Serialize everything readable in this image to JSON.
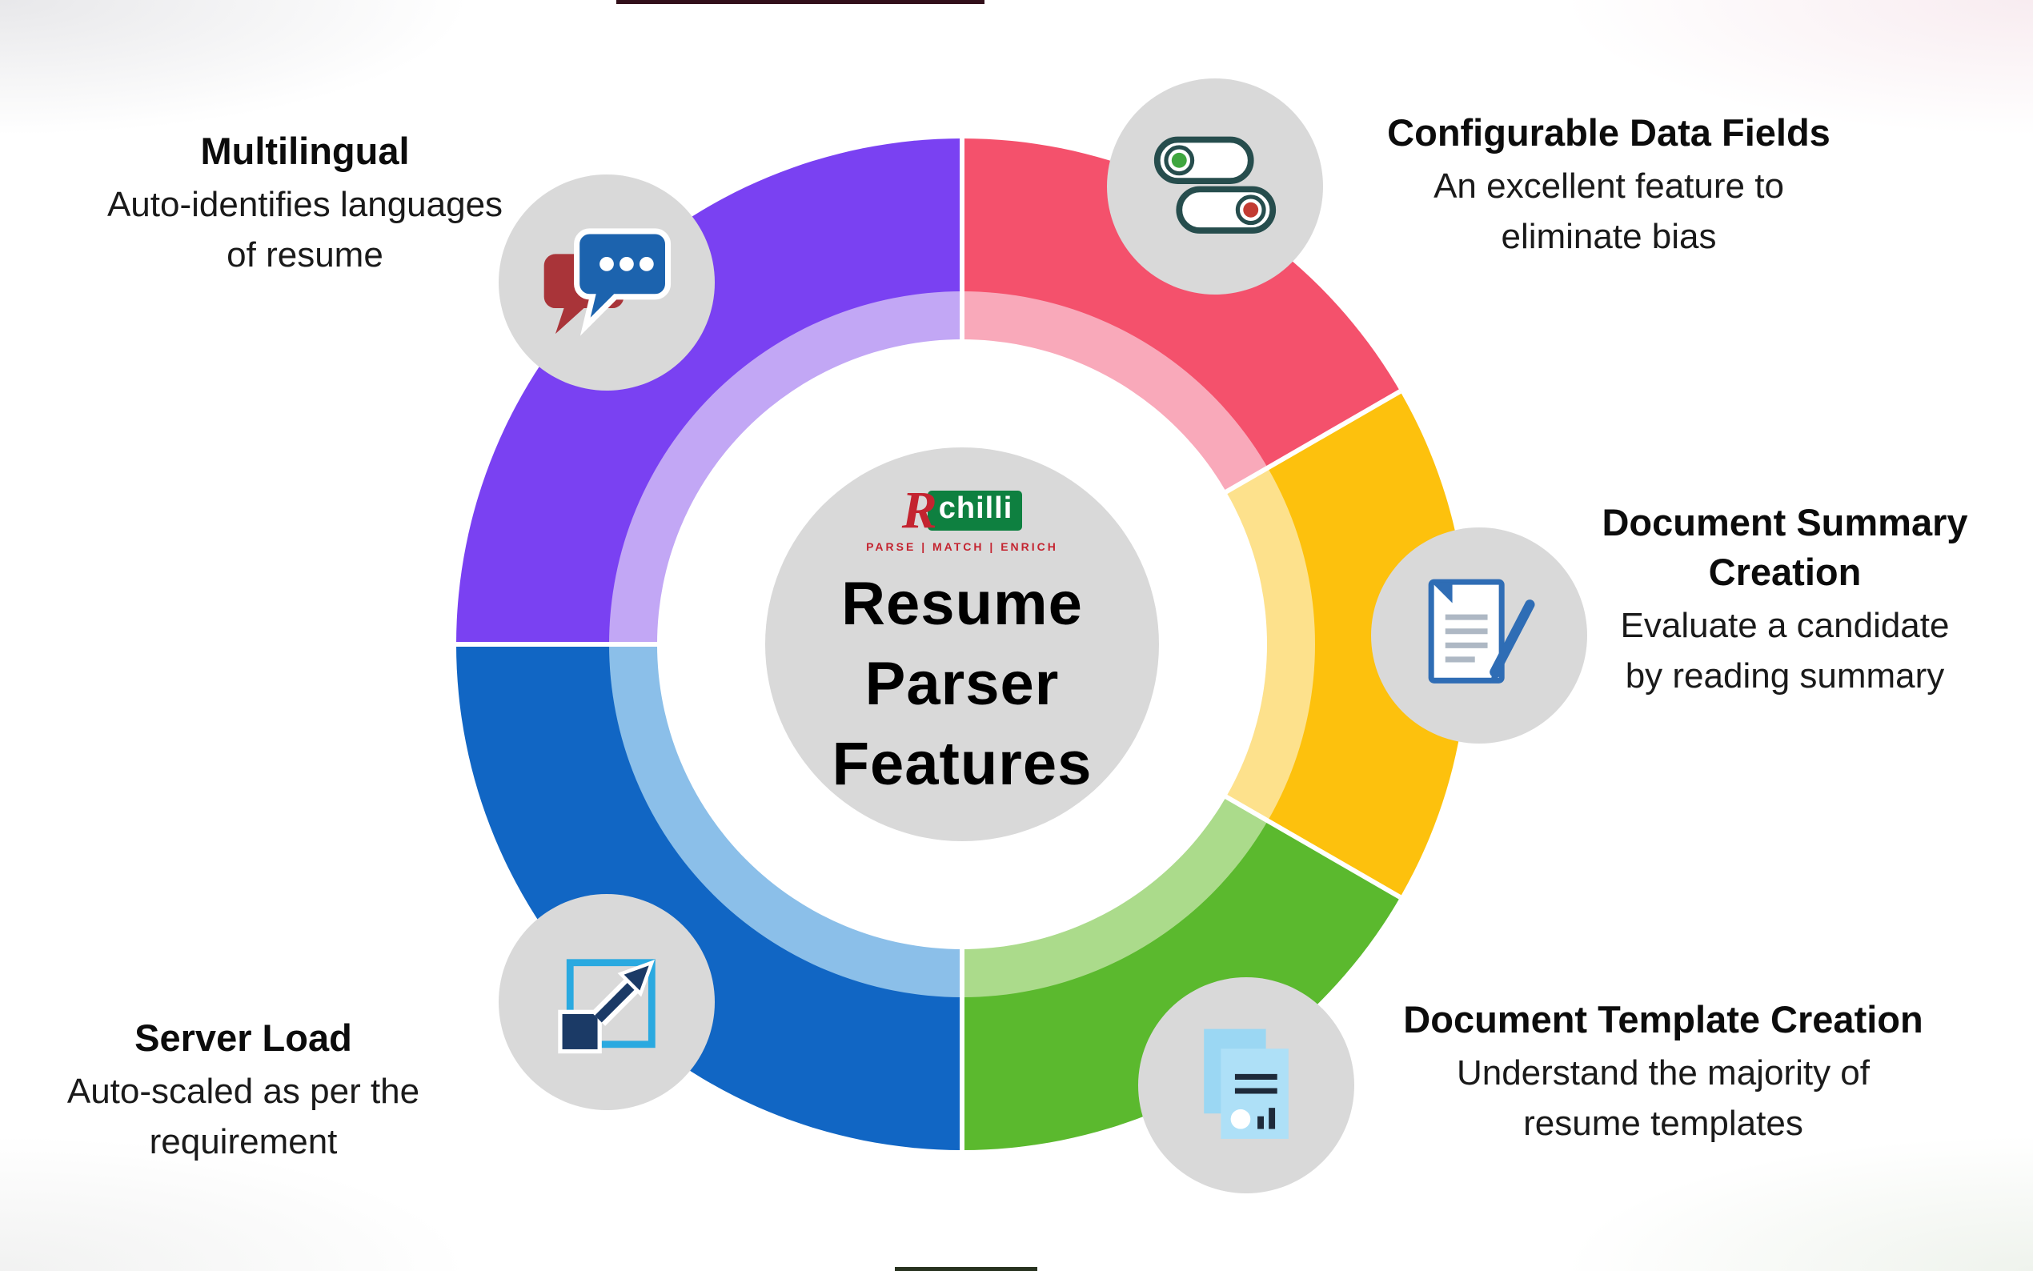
{
  "center": {
    "title_lines": [
      "Resume",
      "Parser",
      "Features"
    ],
    "logo": {
      "prefix": "R",
      "name": "chilli",
      "tagline": "PARSE | MATCH | ENRICH",
      "prefix_color": "#C42430",
      "box_color": "#0E8040"
    },
    "hub_color": "#D9D9D9"
  },
  "donut": {
    "divider_color": "#ffffff",
    "segments": [
      {
        "label": "configurable-data-fields",
        "start": 0,
        "end": 60,
        "color": "#F4516C",
        "lightColor": "#F9A9BA"
      },
      {
        "label": "document-summary-creation",
        "start": 60,
        "end": 120,
        "color": "#FDC10D",
        "lightColor": "#FDE18C"
      },
      {
        "label": "document-template-creation",
        "start": 120,
        "end": 180,
        "color": "#5BB92E",
        "lightColor": "#ABDB8B"
      },
      {
        "label": "server-load",
        "start": 180,
        "end": 270,
        "color": "#1166C4",
        "lightColor": "#8BBFE9"
      },
      {
        "label": "multilingual",
        "start": 270,
        "end": 360,
        "color": "#7A41F2",
        "lightColor": "#C2A7F5"
      }
    ]
  },
  "features": [
    {
      "id": "multilingual",
      "icon": "chat-bubbles-icon",
      "title_lines": [
        "Multilingual"
      ],
      "desc_lines": [
        "Auto-identifies languages",
        "of resume"
      ]
    },
    {
      "id": "configurable-data-fields",
      "icon": "toggle-switches-icon",
      "title_lines": [
        "Configurable Data Fields"
      ],
      "desc_lines": [
        "An excellent feature to",
        "eliminate bias"
      ]
    },
    {
      "id": "document-summary-creation",
      "icon": "document-pen-icon",
      "title_lines": [
        "Document Summary",
        "Creation"
      ],
      "desc_lines": [
        "Evaluate a candidate",
        "by reading summary"
      ]
    },
    {
      "id": "document-template-creation",
      "icon": "document-stack-icon",
      "title_lines": [
        "Document Template Creation"
      ],
      "desc_lines": [
        "Understand the majority of",
        "resume templates"
      ]
    },
    {
      "id": "server-load",
      "icon": "scale-expand-icon",
      "title_lines": [
        "Server Load"
      ],
      "desc_lines": [
        "Auto-scaled as per the",
        "requirement"
      ]
    }
  ]
}
